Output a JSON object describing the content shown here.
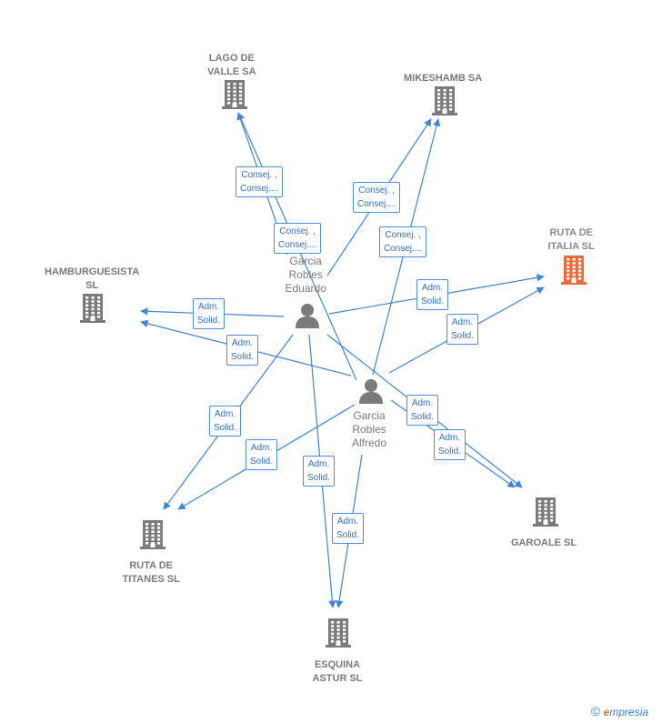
{
  "colors": {
    "edge": "#3d86d8",
    "building": "#7b7b7b",
    "focus_building": "#ef6a3a",
    "person": "#7b7b7b"
  },
  "companies": [
    {
      "id": "lago",
      "lines": [
        "LAGO DE",
        "VALLE SA"
      ],
      "focus": false
    },
    {
      "id": "mikeshamb",
      "lines": [
        "MIKESHAMB SA"
      ],
      "focus": false
    },
    {
      "id": "ruta-italia",
      "lines": [
        "RUTA DE",
        "ITALIA  SL"
      ],
      "focus": true
    },
    {
      "id": "hamburguesista",
      "lines": [
        "HAMBURGUESISTA",
        "SL"
      ],
      "focus": false
    },
    {
      "id": "garoale",
      "lines": [
        "GAROALE  SL"
      ],
      "focus": false
    },
    {
      "id": "ruta-titanes",
      "lines": [
        "RUTA DE",
        "TITANES  SL"
      ],
      "focus": false
    },
    {
      "id": "esquina",
      "lines": [
        "ESQUINA",
        "ASTUR  SL"
      ],
      "focus": false
    }
  ],
  "people": [
    {
      "id": "eduardo",
      "lines": [
        "Garcia",
        "Robles",
        "Eduardo"
      ]
    },
    {
      "id": "alfredo",
      "lines": [
        "Garcia",
        "Robles",
        "Alfredo"
      ]
    }
  ],
  "relations": [
    {
      "id": "ed-lago",
      "lines": [
        "Consej. ,",
        "Consej...."
      ]
    },
    {
      "id": "al-lago",
      "lines": [
        "Consej. ,",
        "Consej...."
      ]
    },
    {
      "id": "ed-mike",
      "lines": [
        "Consej. ,",
        "Consej...."
      ]
    },
    {
      "id": "al-mike",
      "lines": [
        "Consej. ,",
        "Consej...."
      ]
    },
    {
      "id": "ed-italia",
      "lines": [
        "Adm.",
        "Solid."
      ]
    },
    {
      "id": "al-italia",
      "lines": [
        "Adm.",
        "Solid."
      ]
    },
    {
      "id": "ed-hamb",
      "lines": [
        "Adm.",
        "Solid."
      ]
    },
    {
      "id": "al-hamb",
      "lines": [
        "Adm.",
        "Solid."
      ]
    },
    {
      "id": "ed-titanes",
      "lines": [
        "Adm.",
        "Solid."
      ]
    },
    {
      "id": "al-titanes",
      "lines": [
        "Adm.",
        "Solid."
      ]
    },
    {
      "id": "ed-esquina",
      "lines": [
        "Adm.",
        "Solid."
      ]
    },
    {
      "id": "al-esquina",
      "lines": [
        "Adm.",
        "Solid."
      ]
    },
    {
      "id": "ed-garoale",
      "lines": [
        "Adm.",
        "Solid."
      ]
    },
    {
      "id": "al-garoale",
      "lines": [
        "Adm.",
        "Solid."
      ]
    }
  ],
  "brand": {
    "copyright": "©",
    "initial": "e",
    "name": "mpresia"
  }
}
